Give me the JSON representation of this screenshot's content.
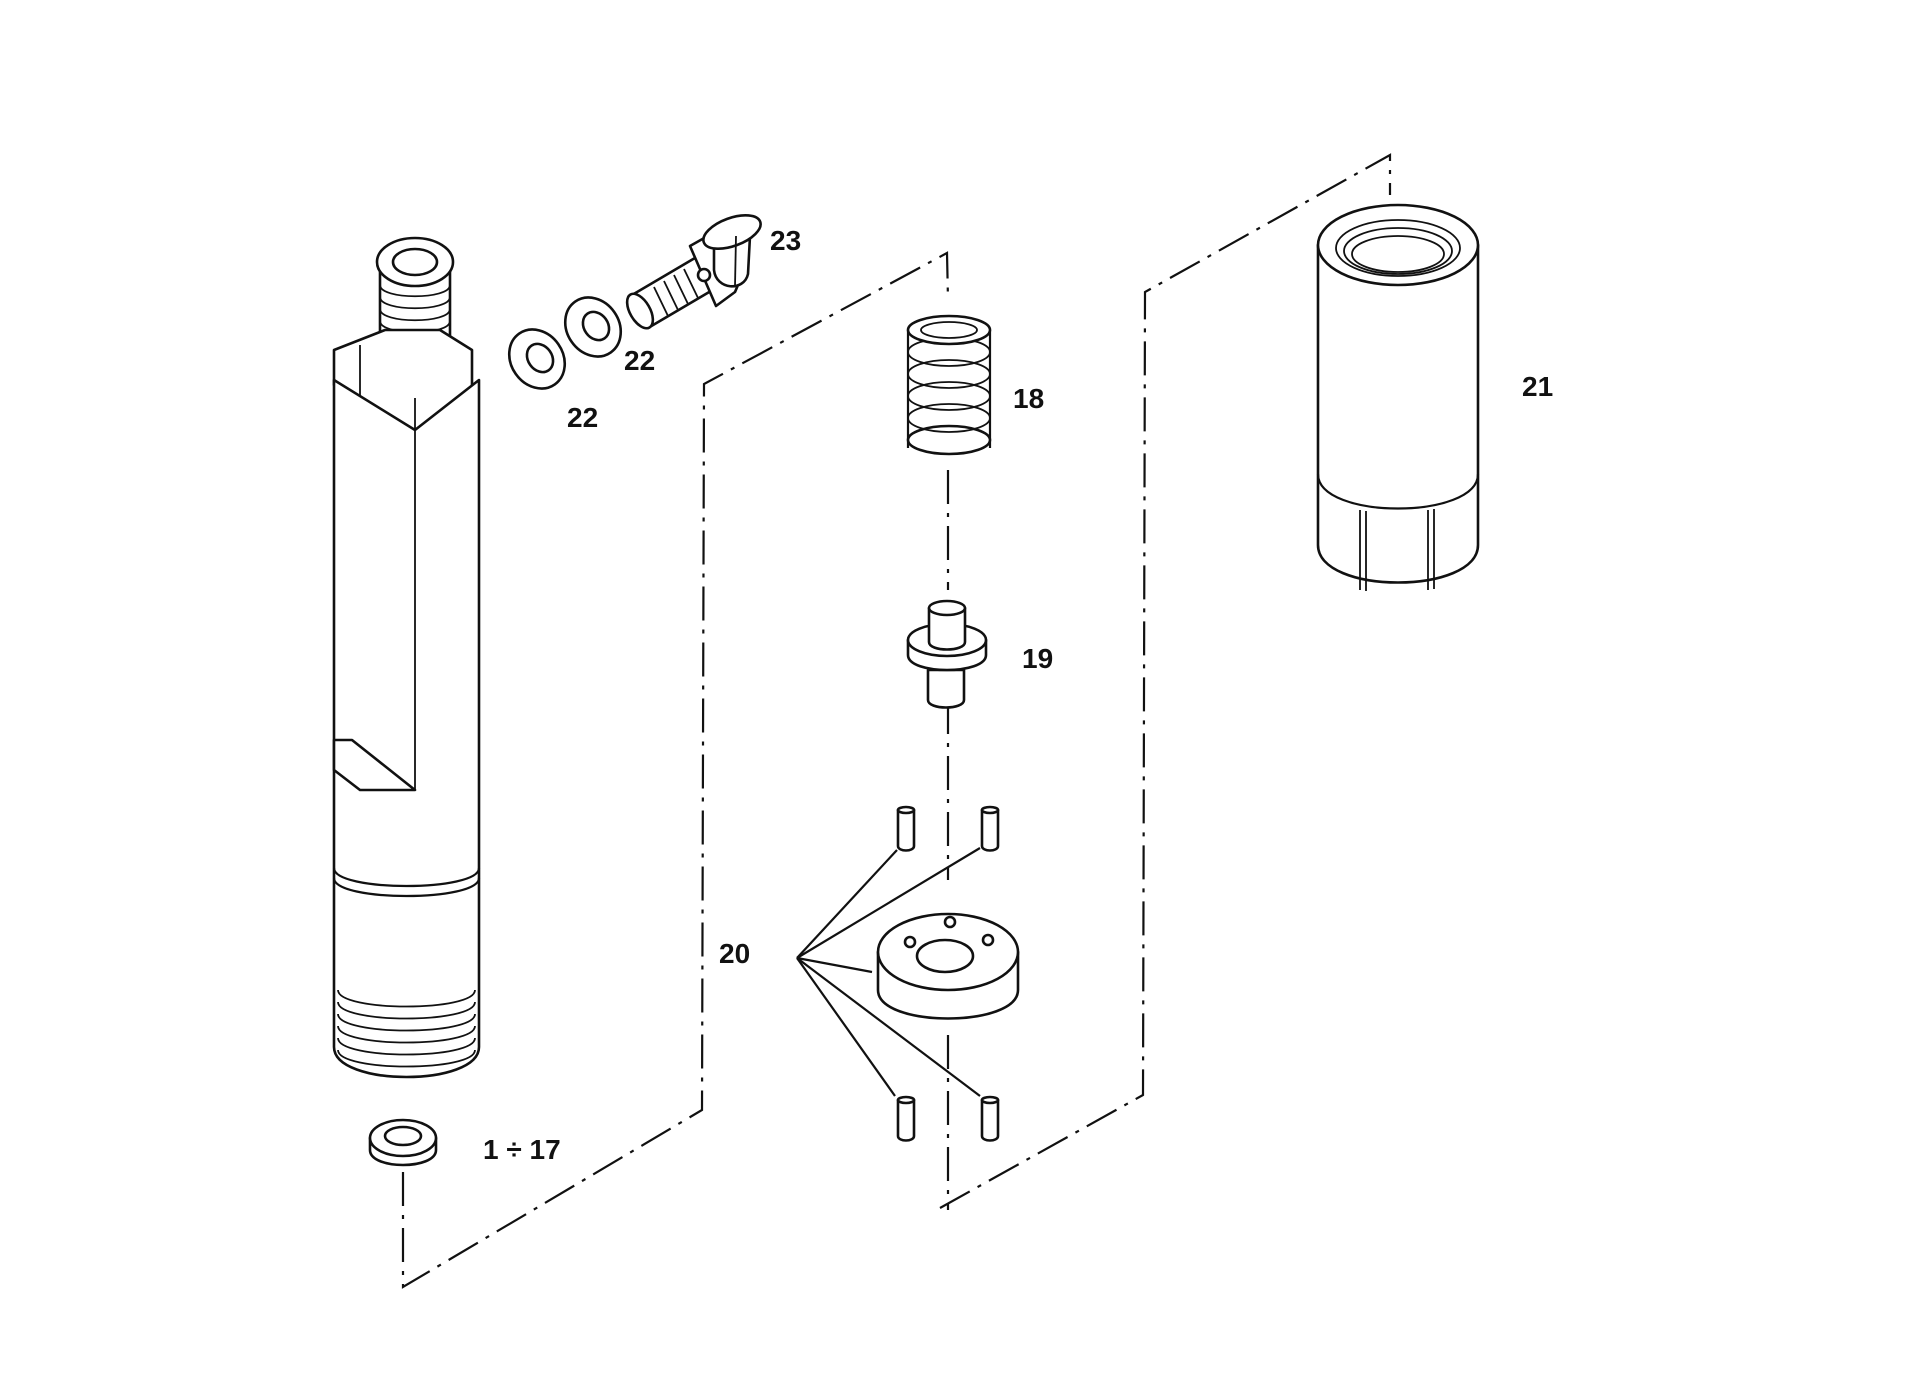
{
  "labels": {
    "nozzle_holder": "1 ÷ 17",
    "spring": "18",
    "spindle": "19",
    "intermediate_disc": "20",
    "retaining_nut": "21",
    "washer_upper": "22",
    "washer_lower": "22",
    "banjo_bolt": "23"
  }
}
